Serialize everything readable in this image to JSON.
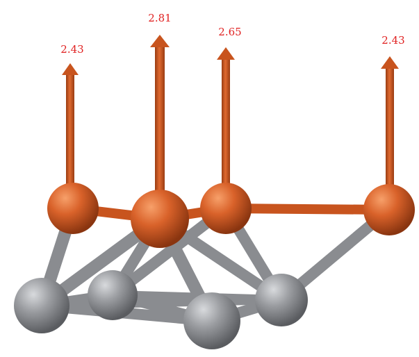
{
  "colors": {
    "accent": "#c8541e",
    "accent_light": "#f08a50",
    "accent_dark": "#7a2c0a",
    "grey": "#8a8c90",
    "grey_light": "#c4c6c9",
    "grey_dark": "#55575b",
    "label": "#e02020"
  },
  "top_atoms": [
    {
      "name": "atom-orange-1",
      "value": "2.43"
    },
    {
      "name": "atom-orange-2",
      "value": "2.81"
    },
    {
      "name": "atom-orange-3",
      "value": "2.65"
    },
    {
      "name": "atom-orange-4",
      "value": "2.43"
    }
  ],
  "base_atoms": [
    "atom-grey-1",
    "atom-grey-2",
    "atom-grey-3",
    "atom-grey-4"
  ]
}
